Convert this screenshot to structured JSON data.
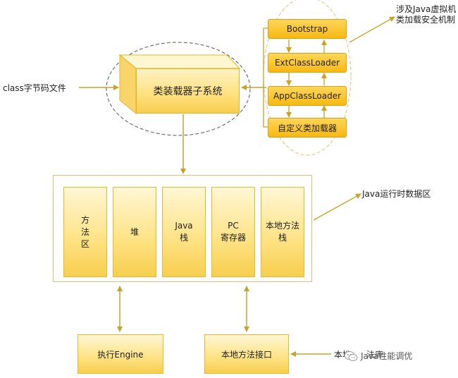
{
  "input_label": "class字节码文件",
  "subsystem": {
    "label": "类装载器子系统"
  },
  "loaders": [
    {
      "id": "bootstrap",
      "label": "Bootstrap"
    },
    {
      "id": "ext",
      "label": "ExtClassLoader"
    },
    {
      "id": "app",
      "label": "AppClassLoader"
    },
    {
      "id": "custom",
      "label": "自定义类加载器"
    }
  ],
  "loader_note": "涉及Java虚拟机\n类加载安全机制",
  "runtime": {
    "note": "Java运行时数据区",
    "areas": [
      {
        "id": "method-area",
        "label": "方\n法\n区"
      },
      {
        "id": "heap",
        "label": "堆"
      },
      {
        "id": "java-stack",
        "label": "Java\n栈"
      },
      {
        "id": "pc-register",
        "label": "PC\n寄存器"
      },
      {
        "id": "native-stack",
        "label": "本地方法\n栈"
      }
    ]
  },
  "engine": {
    "label": "执行Engine"
  },
  "native_interface": {
    "label": "本地方法接口"
  },
  "native_lib_label": "本地",
  "native_lib_tail": "法库",
  "watermark": "Java性能调优",
  "colors": {
    "line": "#c9a227",
    "box_fill": "#ffe48a",
    "loader_fill": "#f6b912"
  }
}
